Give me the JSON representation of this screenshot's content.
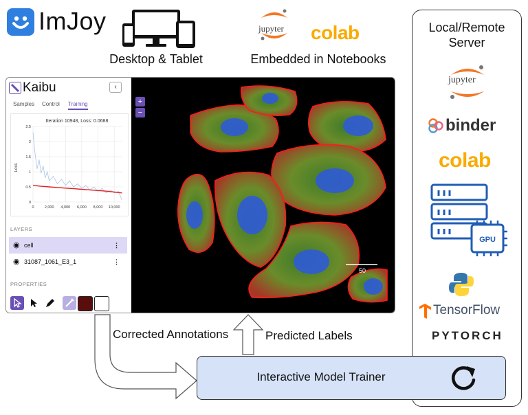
{
  "header": {
    "logo_text": "ImJoy",
    "desktop_caption": "Desktop & Tablet",
    "notebooks_caption": "Embedded in Notebooks",
    "jupyter_logo_text": "jupyter",
    "colab_logo_text": "colab"
  },
  "kaibu": {
    "title": "Kaibu",
    "collapse_icon": "‹",
    "tabs": [
      "Samples",
      "Control",
      "Training"
    ],
    "active_tab": "Training",
    "chart": {
      "title": "Iteration 10948, Loss: 0.0688",
      "ylabel": "Loss",
      "y_ticks": [
        "2.5",
        "2",
        "1.5",
        "1",
        "0.5",
        "0"
      ],
      "x_ticks": [
        "0",
        "2,000",
        "4,000",
        "6,000",
        "8,000",
        "10,000"
      ]
    },
    "layers_label": "LAYERS",
    "layers": [
      {
        "name": "cell",
        "selected": true
      },
      {
        "name": "31087_1061_E3_1",
        "selected": false
      }
    ],
    "properties_label": "PROPERTIES",
    "zoom_in": "+",
    "zoom_out": "−",
    "scale_bar_label": "50",
    "colors": {
      "accent": "#6a4fb5",
      "outline": "#ff0000"
    }
  },
  "server": {
    "title": "Local/Remote Server",
    "jupyter_text": "jupyter",
    "binder_text": "binder",
    "colab_text": "colab",
    "gpu_text": "GPU",
    "tensorflow_text": "TensorFlow",
    "pytorch_text": "PYTORCH"
  },
  "flow": {
    "corrected_annotations": "Corrected Annotations",
    "predicted_labels": "Predicted Labels",
    "trainer_label": "Interactive Model Trainer"
  },
  "chart_data": {
    "type": "line",
    "title": "Iteration 10948, Loss: 0.0688",
    "xlabel": "",
    "ylabel": "Loss",
    "xlim": [
      0,
      11000
    ],
    "ylim": [
      0,
      2.5
    ],
    "series": [
      {
        "x": [
          0,
          250,
          500,
          750,
          1000,
          1250,
          1500,
          1750,
          2000,
          2500,
          3000,
          3500,
          4000,
          4500,
          5000,
          5500,
          6000,
          6500,
          7000,
          7500,
          8000,
          8500,
          9000,
          9500,
          10000,
          10500,
          10948
        ],
        "values": [
          2.3,
          1.6,
          1.1,
          1.4,
          0.95,
          1.2,
          0.8,
          1.0,
          0.7,
          0.85,
          0.6,
          0.75,
          0.55,
          0.7,
          0.5,
          0.6,
          0.45,
          0.55,
          0.4,
          0.5,
          0.35,
          0.45,
          0.3,
          0.4,
          0.3,
          0.35,
          0.07
        ]
      },
      {
        "x": [
          0,
          1000,
          2000,
          3000,
          4000,
          5000,
          6000,
          7000,
          8000,
          9000,
          10000,
          10948
        ],
        "values": [
          0.55,
          0.52,
          0.5,
          0.48,
          0.46,
          0.44,
          0.42,
          0.4,
          0.38,
          0.36,
          0.33,
          0.3
        ]
      }
    ]
  }
}
